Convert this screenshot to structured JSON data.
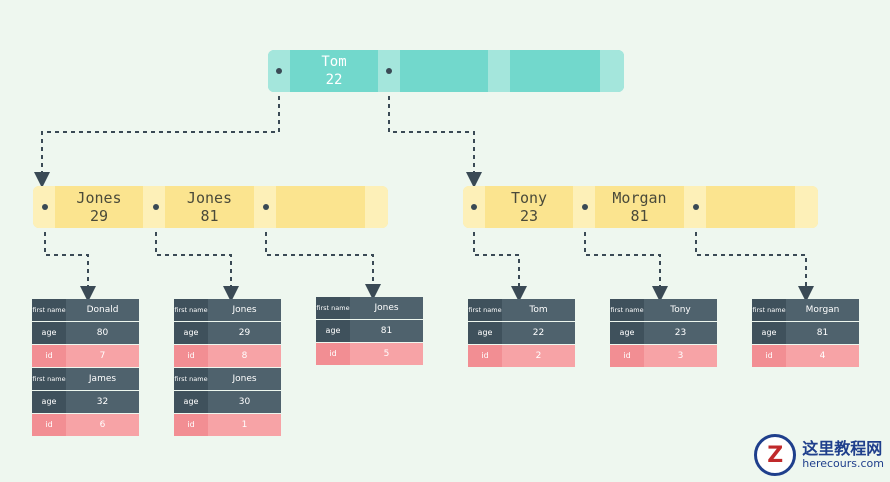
{
  "root": {
    "key_name": "Tom",
    "key_value": "22"
  },
  "level2": [
    {
      "keys": [
        {
          "name": "Jones",
          "value": "29"
        },
        {
          "name": "Jones",
          "value": "81"
        }
      ]
    },
    {
      "keys": [
        {
          "name": "Tony",
          "value": "23"
        },
        {
          "name": "Morgan",
          "value": "81"
        }
      ]
    }
  ],
  "labels": {
    "first_name": "first name",
    "age": "age",
    "id": "id"
  },
  "records": [
    [
      {
        "first_name": "Donald",
        "age": "80",
        "id": "7"
      },
      {
        "first_name": "James",
        "age": "32",
        "id": "6"
      }
    ],
    [
      {
        "first_name": "Jones",
        "age": "29",
        "id": "8"
      },
      {
        "first_name": "Jones",
        "age": "30",
        "id": "1"
      }
    ],
    [
      {
        "first_name": "Jones",
        "age": "81",
        "id": "5"
      }
    ],
    [
      {
        "first_name": "Tom",
        "age": "22",
        "id": "2"
      }
    ],
    [
      {
        "first_name": "Tony",
        "age": "23",
        "id": "3"
      }
    ],
    [
      {
        "first_name": "Morgan",
        "age": "81",
        "id": "4"
      }
    ]
  ],
  "watermark": {
    "brand_cn": "这里教程网",
    "brand_en": "herecours.com",
    "logo_letter": "Z"
  },
  "colors": {
    "root": "#72d8cc",
    "leaf": "#fbe48f",
    "record_dark": "#4f626d",
    "record_id": "#f7a3a6",
    "arrow": "#3a4a55"
  }
}
